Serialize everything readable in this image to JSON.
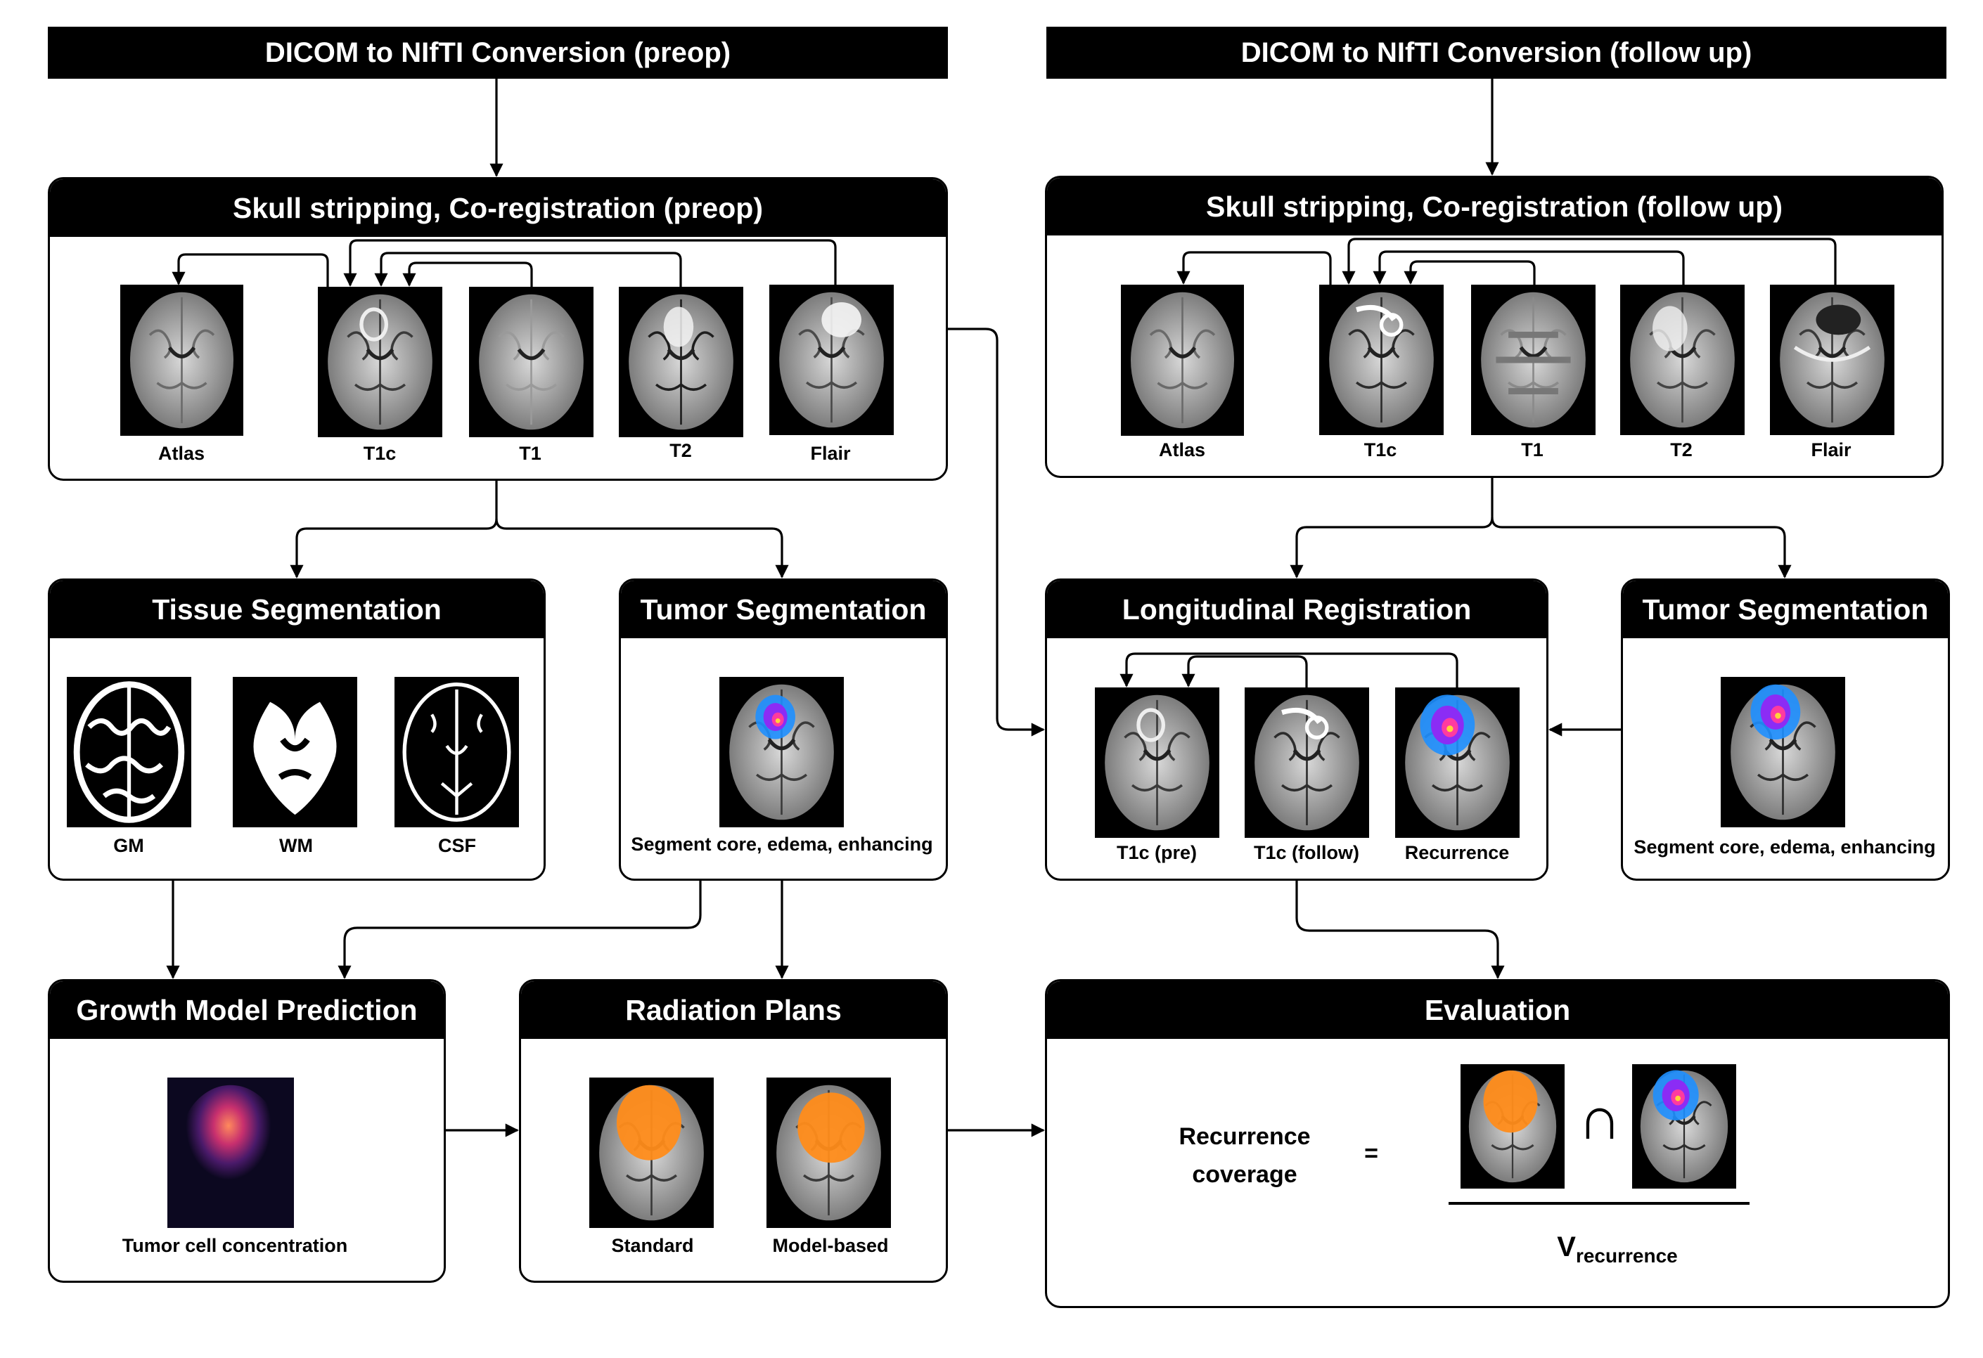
{
  "headers": {
    "preop_conversion": "DICOM to NIfTI Conversion (preop)",
    "followup_conversion": "DICOM to NIfTI Conversion (follow up)"
  },
  "panels": {
    "skull_preop": {
      "title": "Skull stripping, Co-registration (preop)",
      "labels": [
        "Atlas",
        "T1c",
        "T1",
        "T2",
        "Flair"
      ]
    },
    "skull_followup": {
      "title": "Skull stripping, Co-registration (follow up)",
      "labels": [
        "Atlas",
        "T1c",
        "T1",
        "T2",
        "Flair"
      ]
    },
    "tissue_seg": {
      "title": "Tissue Segmentation",
      "labels": [
        "GM",
        "WM",
        "CSF"
      ]
    },
    "tumor_seg_preop": {
      "title": "Tumor Segmentation",
      "caption": "Segment core, edema, enhancing"
    },
    "long_reg": {
      "title": "Longitudinal Registration",
      "labels": [
        "T1c (pre)",
        "T1c (follow)",
        "Recurrence"
      ]
    },
    "tumor_seg_followup": {
      "title": "Tumor Segmentation",
      "caption": "Segment core, edema, enhancing"
    },
    "growth_model": {
      "title": "Growth Model Prediction",
      "caption": "Tumor cell concentration"
    },
    "radiation": {
      "title": "Radiation Plans",
      "labels": [
        "Standard",
        "Model-based"
      ]
    },
    "evaluation": {
      "title": "Evaluation",
      "lhs_line1": "Recurrence",
      "lhs_line2": "coverage",
      "equals": "=",
      "intersect": "∩",
      "denominator": "V",
      "denominator_sub": "recurrence"
    }
  },
  "colors": {
    "header_bg": "#000000",
    "tumor_orange": "#ff8c1a",
    "seg_blue": "#1e8fff",
    "seg_purple": "#8b2cf5",
    "seg_pink": "#ff3aa0"
  }
}
